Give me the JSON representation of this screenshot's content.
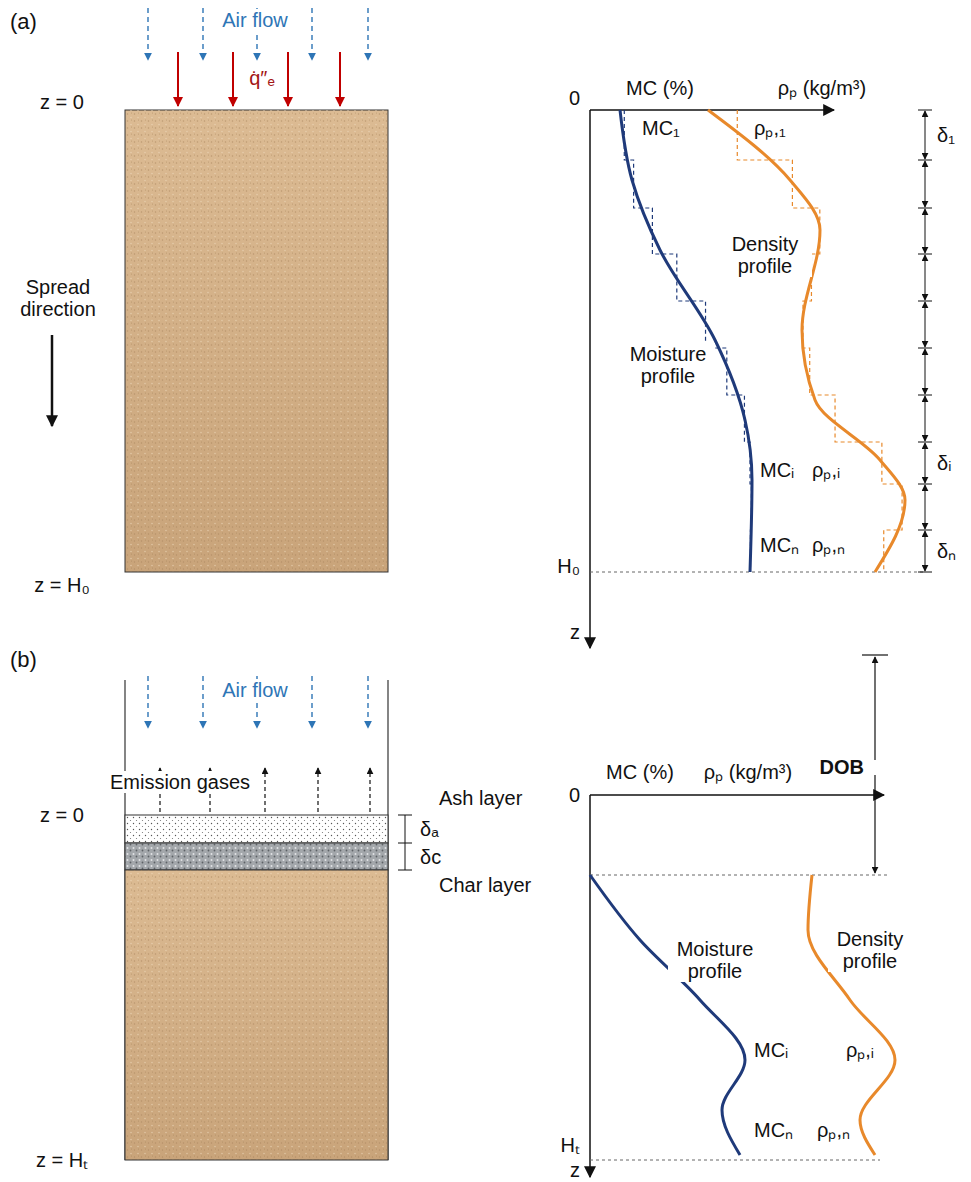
{
  "diagram": {
    "nodes": [
      {
        "text": [
          "Ash layer"
        ]
      },
      {
        "text": [
          "Char layer"
        ]
      }
    ],
    "labels": [
      "(a)",
      "Air flow",
      "q̇″ₑ",
      "z = 0",
      "Spread direction",
      "z = H₀",
      "MC (%)",
      "ρₚ (kg/m³)",
      "0",
      "MC₁",
      "ρₚ,₁",
      "δ₁",
      "Density profile",
      "Moisture profile",
      "MCᵢ",
      "ρₚ,ᵢ",
      "δᵢ",
      "MCₙ",
      "ρₚ,ₙ",
      "δₙ",
      "H₀",
      "z",
      "(b)",
      "Air flow",
      "Emission gases",
      "z = 0",
      "δₐ",
      "δc",
      "z = Hₜ",
      "DOB",
      "MC (%)",
      "ρₚ (kg/m³)",
      "0",
      "Moisture profile",
      "Density profile",
      "MCᵢ",
      "ρₚ,ᵢ",
      "MCₙ",
      "ρₚ,ₙ",
      "Hₜ",
      "z"
    ]
  }
}
